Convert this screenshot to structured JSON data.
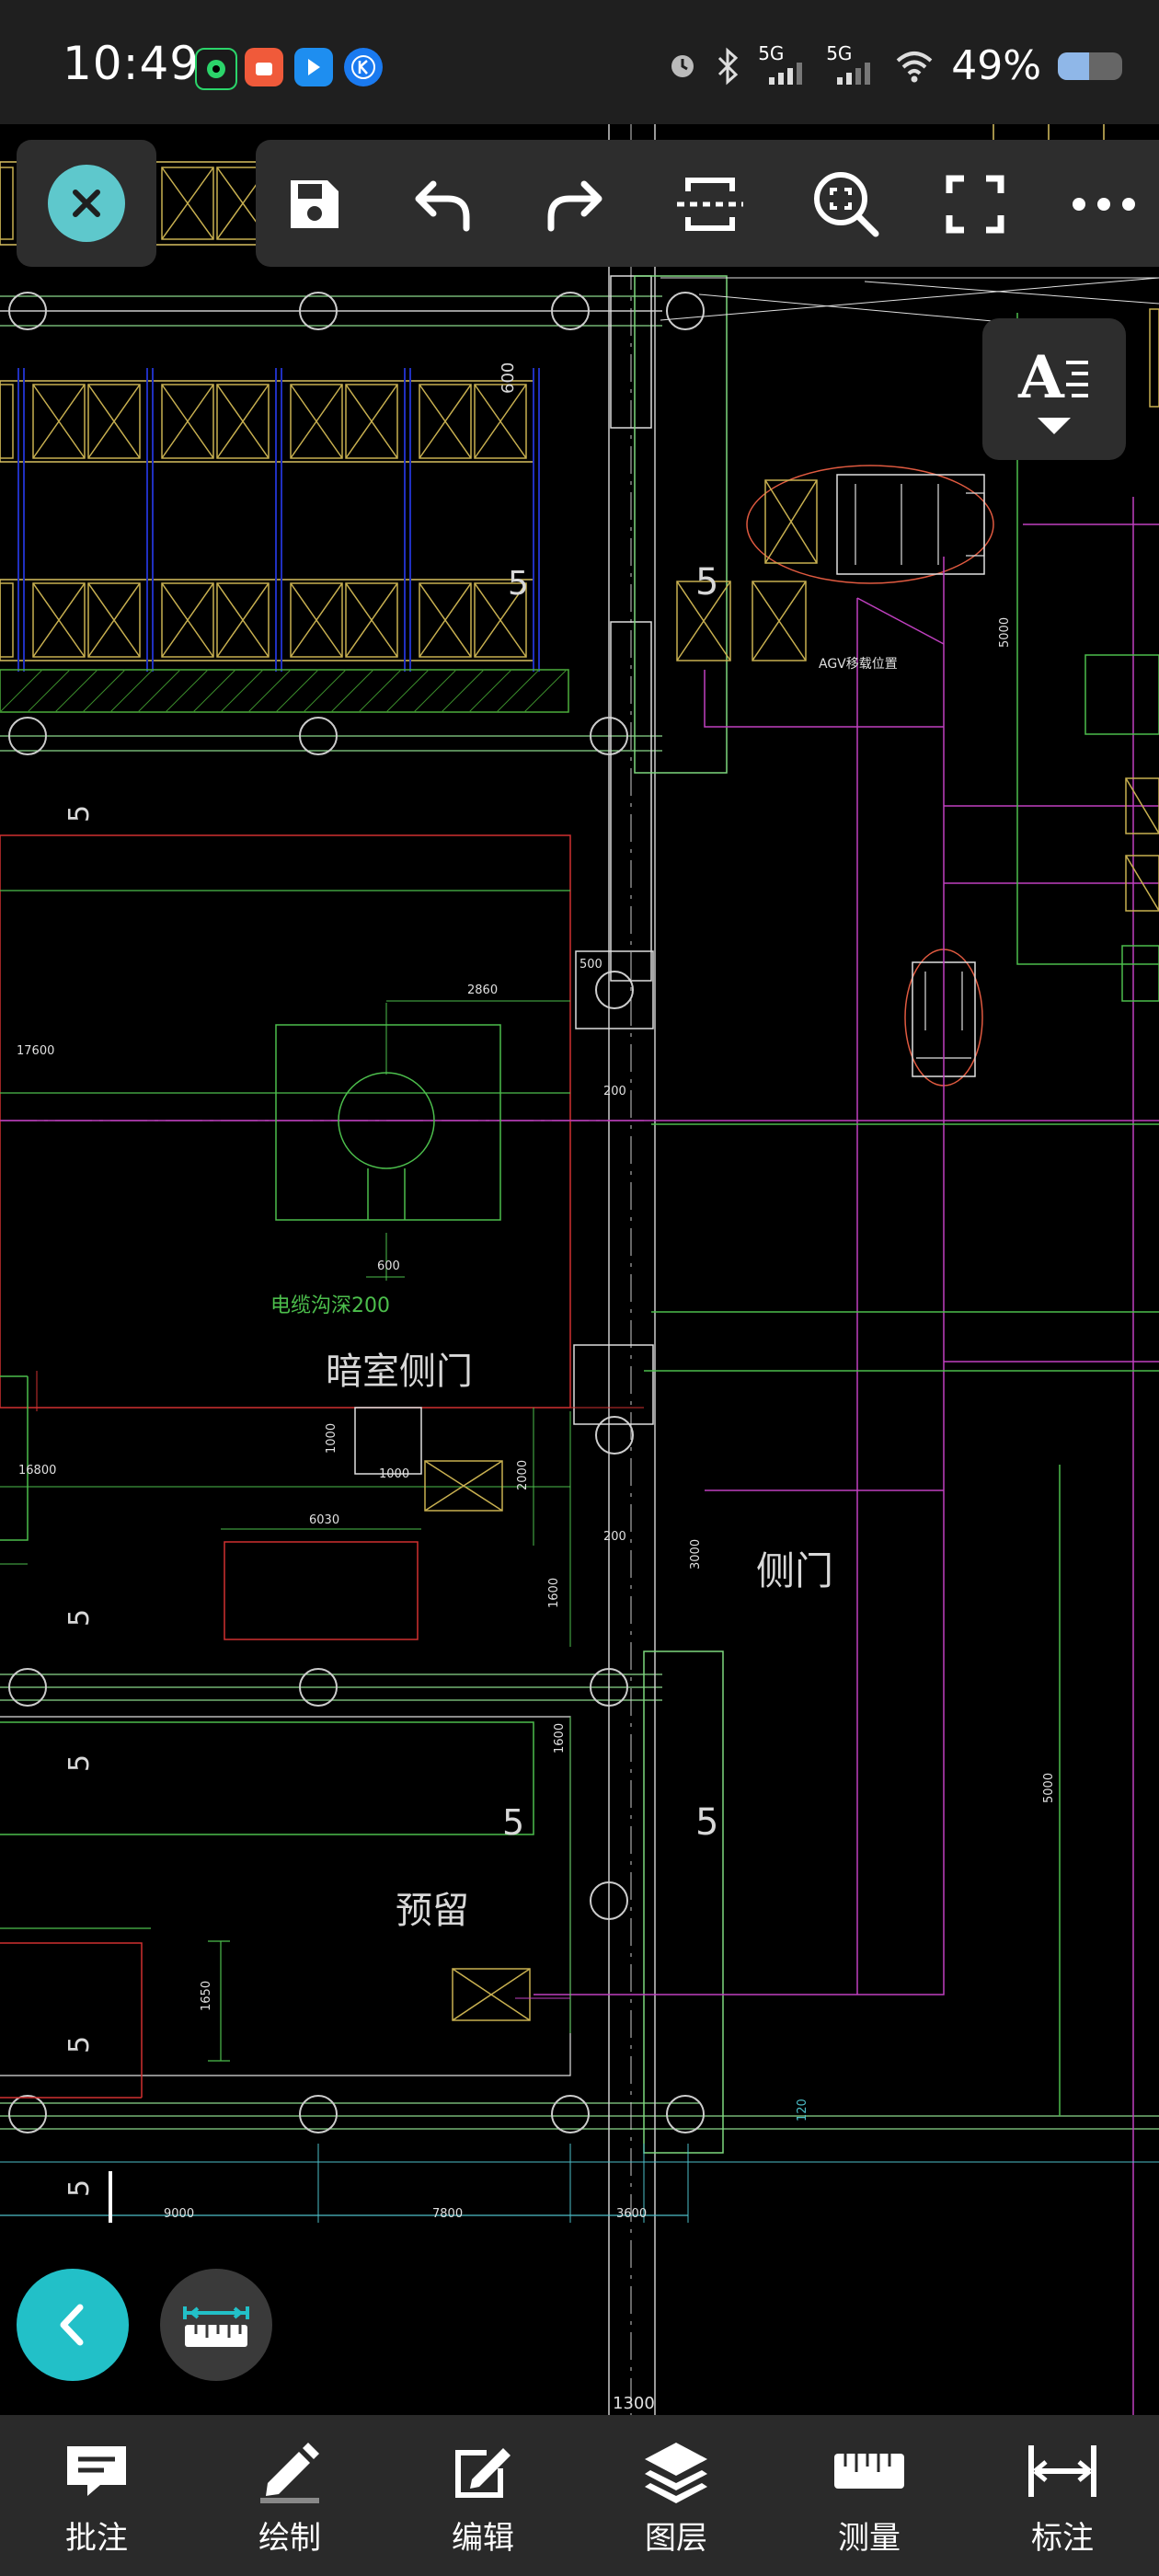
{
  "status_bar": {
    "time": "10:49",
    "network_1": "5G",
    "network_2": "5G",
    "battery_percent": "49%",
    "battery_level": 0.49
  },
  "toolbar": {
    "close_icon": "close-icon",
    "save_icon": "save-icon",
    "undo_icon": "undo-icon",
    "redo_icon": "redo-icon",
    "crop_icon": "selection-icon",
    "zoom_icon": "zoom-extents-icon",
    "fullscreen_icon": "fullscreen-icon",
    "more_icon": "more-icon"
  },
  "text_style": {
    "label": "A"
  },
  "drawing": {
    "labels": {
      "darkroom_side_door": "暗室侧门",
      "side_door": "侧门",
      "reserved": "预留",
      "cable_trench": "电缆沟深200",
      "agv_position": "AGV移载位置"
    },
    "dimensions": {
      "d600_top": "600",
      "d500": "500",
      "d5000_right_top": "5000",
      "d2860": "2860",
      "d17600": "17600",
      "d200_a": "200",
      "d600": "600",
      "d1000_v": "1000",
      "d1000_h": "1000",
      "d2000": "2000",
      "d6030": "6030",
      "d200_b": "200",
      "d3000": "3000",
      "d1600": "1600",
      "d16800": "16800",
      "d1600_b": "1600",
      "d5000_right": "5000",
      "d1650": "1650",
      "d120": "120",
      "d9000": "9000",
      "d7800": "7800",
      "d3600": "3600",
      "d1300": "1300"
    },
    "number_five": "5"
  },
  "bottom_nav": {
    "items": [
      {
        "label": "批注",
        "icon": "comment-icon"
      },
      {
        "label": "绘制",
        "icon": "pencil-icon"
      },
      {
        "label": "编辑",
        "icon": "edit-icon"
      },
      {
        "label": "图层",
        "icon": "layers-icon"
      },
      {
        "label": "测量",
        "icon": "ruler-icon"
      },
      {
        "label": "标注",
        "icon": "dimension-icon"
      }
    ]
  }
}
